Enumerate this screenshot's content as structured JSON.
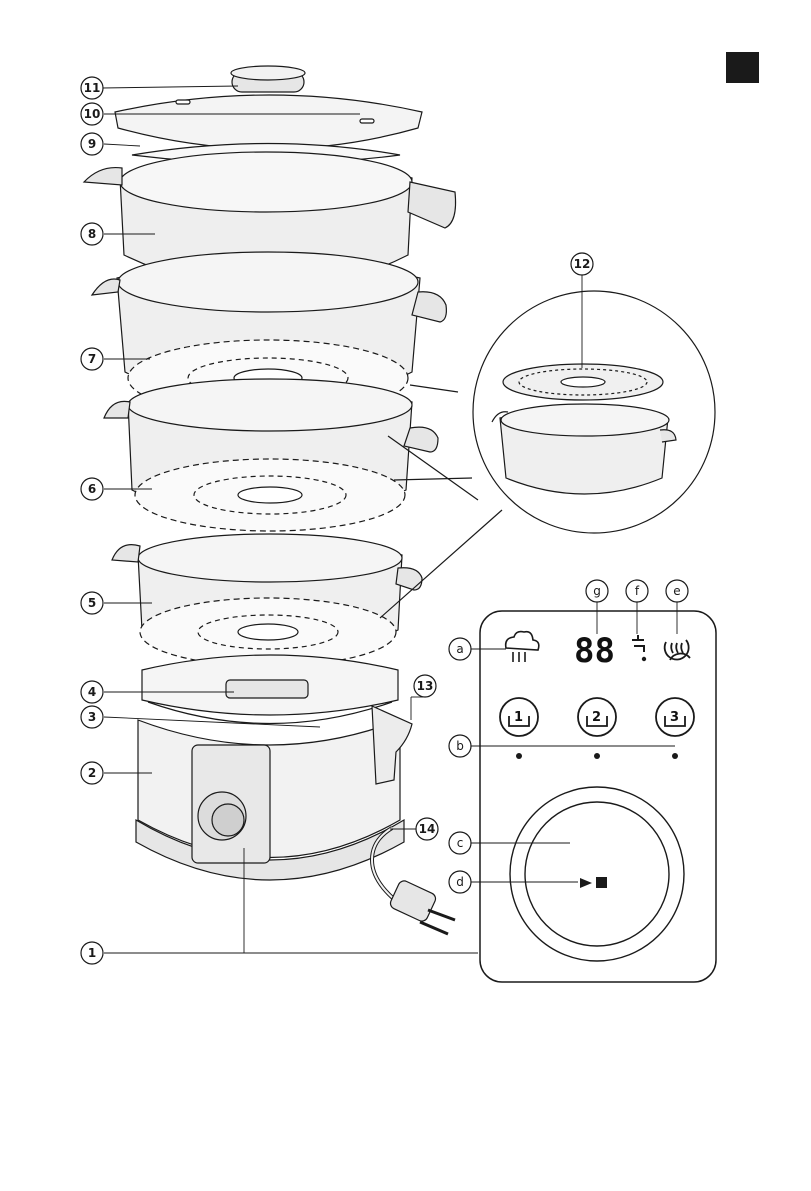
{
  "figure": {
    "language_tab_color": "#1a1a1a",
    "line_color": "#1a1a1a",
    "fill_light": "#f2f2f2",
    "fill_mid": "#e6e6e6"
  },
  "callouts": {
    "c1": "1",
    "c2": "2",
    "c3": "3",
    "c4": "4",
    "c5": "5",
    "c6": "6",
    "c7": "7",
    "c8": "8",
    "c9": "9",
    "c10": "10",
    "c11": "11",
    "c12": "12",
    "c13": "13",
    "c14": "14"
  },
  "panel_callouts": {
    "a": "a",
    "b": "b",
    "c": "c",
    "d": "d",
    "e": "e",
    "f": "f",
    "g": "g"
  },
  "control_panel": {
    "display_digits": "88",
    "program_1": "1",
    "program_2": "2",
    "program_3": "3",
    "steam_icon": "steam-icon",
    "tap_icon": "water-tap-icon",
    "keep_warm_icon": "keep-warm-icon",
    "start_stop_icon": "start-stop-icon"
  }
}
